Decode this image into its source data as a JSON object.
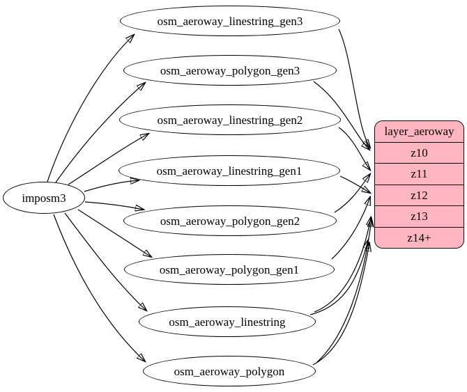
{
  "diagram": {
    "background": "#ffffff",
    "node_stroke": "#000000",
    "node_fill": "#ffffff",
    "source": {
      "label": "imposm3"
    },
    "tables": [
      {
        "label": "osm_aeroway_linestring_gen3"
      },
      {
        "label": "osm_aeroway_polygon_gen3"
      },
      {
        "label": "osm_aeroway_linestring_gen2"
      },
      {
        "label": "osm_aeroway_linestring_gen1"
      },
      {
        "label": "osm_aeroway_polygon_gen2"
      },
      {
        "label": "osm_aeroway_polygon_gen1"
      },
      {
        "label": "osm_aeroway_linestring"
      },
      {
        "label": "osm_aeroway_polygon"
      }
    ],
    "layer": {
      "title": "layer_aeroway",
      "rows": [
        "z10",
        "z11",
        "z12",
        "z13",
        "z14+"
      ],
      "fill": "#ffb6c1",
      "stroke": "#000000"
    },
    "edges": [
      {
        "from": "imposm3",
        "to": "osm_aeroway_linestring_gen3"
      },
      {
        "from": "imposm3",
        "to": "osm_aeroway_polygon_gen3"
      },
      {
        "from": "imposm3",
        "to": "osm_aeroway_linestring_gen2"
      },
      {
        "from": "imposm3",
        "to": "osm_aeroway_linestring_gen1"
      },
      {
        "from": "imposm3",
        "to": "osm_aeroway_polygon_gen2"
      },
      {
        "from": "imposm3",
        "to": "osm_aeroway_polygon_gen1"
      },
      {
        "from": "imposm3",
        "to": "osm_aeroway_linestring"
      },
      {
        "from": "imposm3",
        "to": "osm_aeroway_polygon"
      },
      {
        "from": "osm_aeroway_linestring_gen3",
        "to": "layer_aeroway",
        "zoom": "z10"
      },
      {
        "from": "osm_aeroway_polygon_gen3",
        "to": "layer_aeroway",
        "zoom": "z10"
      },
      {
        "from": "osm_aeroway_linestring_gen2",
        "to": "layer_aeroway",
        "zoom": "z11"
      },
      {
        "from": "osm_aeroway_polygon_gen2",
        "to": "layer_aeroway",
        "zoom": "z11"
      },
      {
        "from": "osm_aeroway_linestring_gen1",
        "to": "layer_aeroway",
        "zoom": "z12"
      },
      {
        "from": "osm_aeroway_polygon_gen1",
        "to": "layer_aeroway",
        "zoom": "z12"
      },
      {
        "from": "osm_aeroway_linestring",
        "to": "layer_aeroway",
        "zoom": "z13"
      },
      {
        "from": "osm_aeroway_polygon",
        "to": "layer_aeroway",
        "zoom": "z13"
      },
      {
        "from": "osm_aeroway_linestring",
        "to": "layer_aeroway",
        "zoom": "z14+"
      },
      {
        "from": "osm_aeroway_polygon",
        "to": "layer_aeroway",
        "zoom": "z14+"
      }
    ]
  }
}
